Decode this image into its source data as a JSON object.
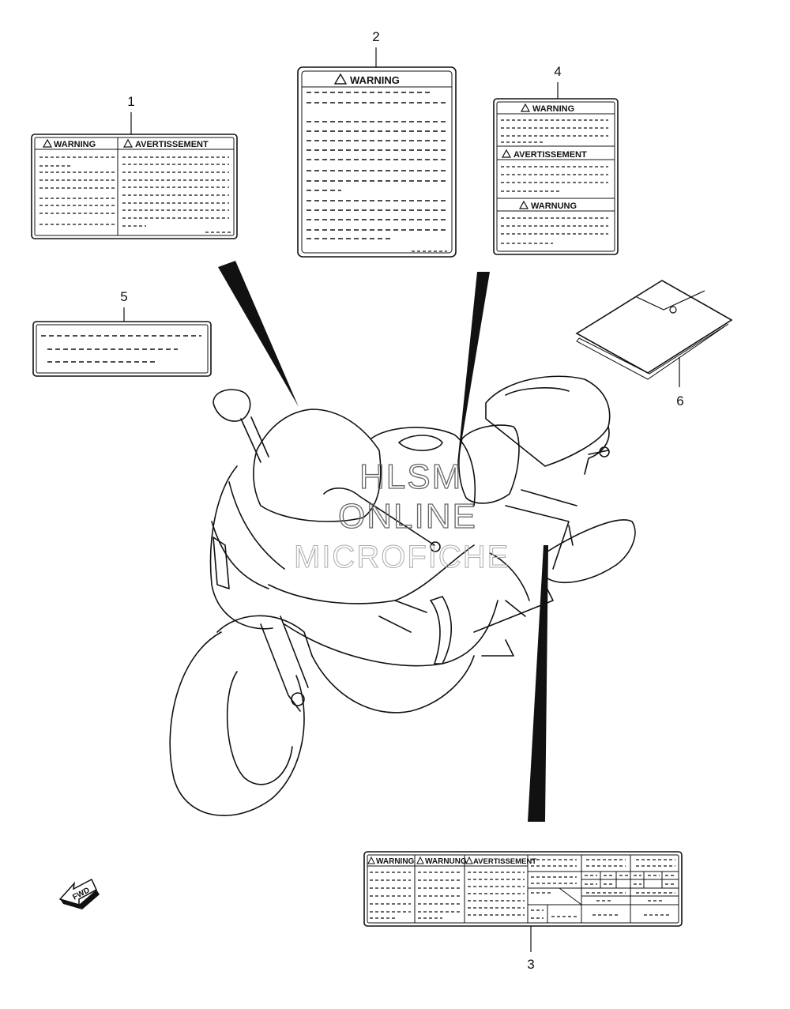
{
  "callouts": [
    "1",
    "2",
    "3",
    "4",
    "5",
    "6"
  ],
  "labels": {
    "label1": {
      "head_left": "WARNING",
      "head_right": "AVERTISSEMENT"
    },
    "label2": {
      "head": "WARNING"
    },
    "label3": {
      "head_a": "WARNING",
      "head_b": "WARNUNG",
      "head_c": "AVERTISSEMENT"
    },
    "label4": {
      "head_a": "WARNING",
      "head_b": "AVERTISSEMENT",
      "head_c": "WARNUNG"
    }
  },
  "fwd_arrow": "FWD",
  "watermark": {
    "line1": "HLSM",
    "line2": "ONLINE",
    "line3": "MICROFICHE"
  },
  "icons": [
    "warning-triangle-icon",
    "fwd-arrow-icon",
    "motorcycle-illustration"
  ]
}
